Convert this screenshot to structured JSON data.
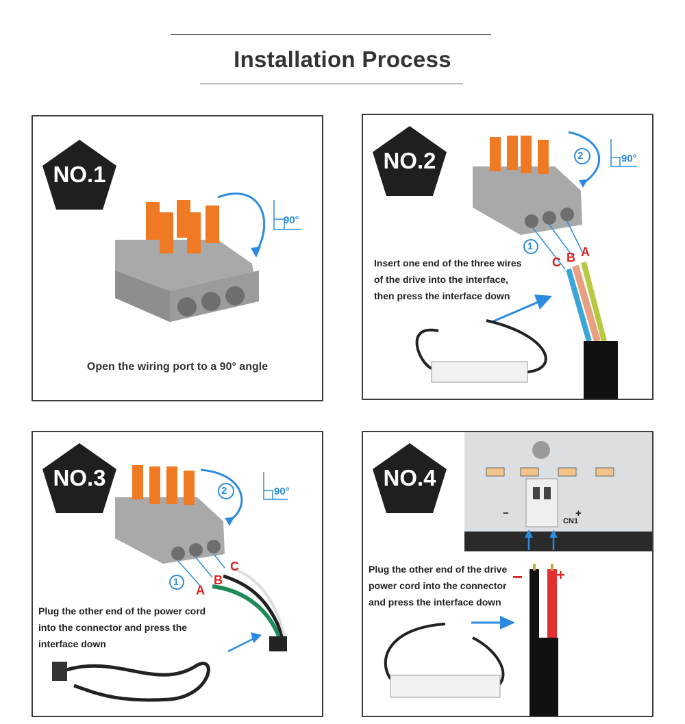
{
  "page": {
    "title": "Installation Process"
  },
  "steps": [
    {
      "badge": "NO.1",
      "angle": "90°",
      "caption": "Open the wiring port to a 90° angle"
    },
    {
      "badge": "NO.2",
      "angle": "90°",
      "step_marker": "2",
      "wire_marker": "1",
      "wire_labels": [
        "C",
        "B",
        "A"
      ],
      "caption_lines": [
        "Insert one end of the three wires",
        "of the drive into the interface,",
        "then press the interface down"
      ]
    },
    {
      "badge": "NO.3",
      "angle": "90°",
      "step_marker": "2",
      "wire_marker": "1",
      "wire_labels": [
        "A",
        "B",
        "C"
      ],
      "caption_lines": [
        "Plug the other end of the power cord",
        "into the connector and press the",
        "interface down"
      ]
    },
    {
      "badge": "NO.4",
      "polarity": [
        "−",
        "+"
      ],
      "board_marks": [
        "CN1"
      ],
      "caption_lines": [
        "Plug the other end of the drive",
        "power cord into the connector",
        "and press the interface down"
      ]
    }
  ],
  "colors": {
    "badge_bg": "#1f1f1f",
    "accent_blue": "#2a8be0",
    "label_red": "#e02020",
    "lever_orange": "#f07a24",
    "housing_gray": "#a9a9a9"
  }
}
